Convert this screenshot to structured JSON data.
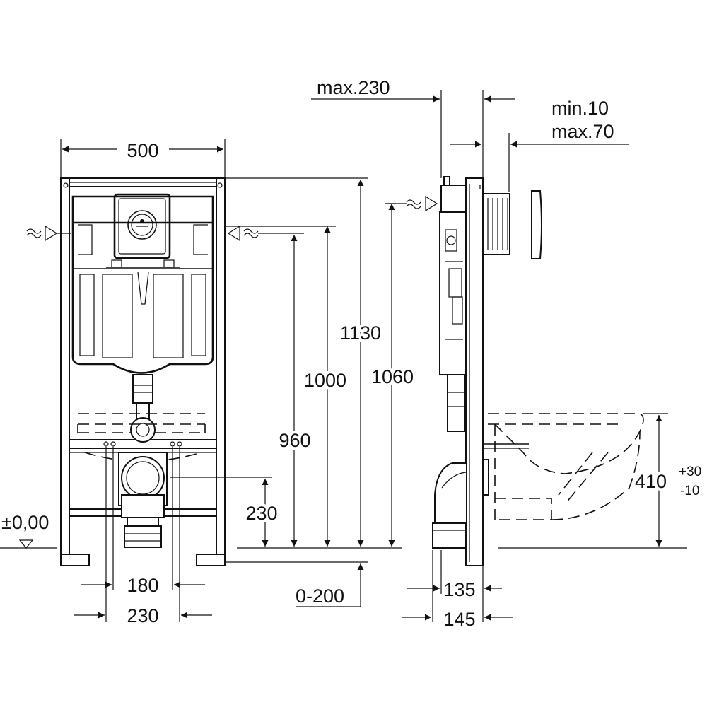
{
  "front_view": {
    "width": "500",
    "height_1130": "1130",
    "height_1000": "1000",
    "height_1060": "1060",
    "height_960": "960",
    "drain_230": "230",
    "zero_level": "±0,00",
    "range_0_200": "0-200",
    "spacing_180": "180",
    "spacing_230": "230"
  },
  "side_view": {
    "max_230": "max.230",
    "min_10": "min.10",
    "max_70": "max.70",
    "height_410": "410",
    "tol_plus": "+30",
    "tol_minus": "-10",
    "depth_135": "135",
    "depth_145": "145"
  }
}
